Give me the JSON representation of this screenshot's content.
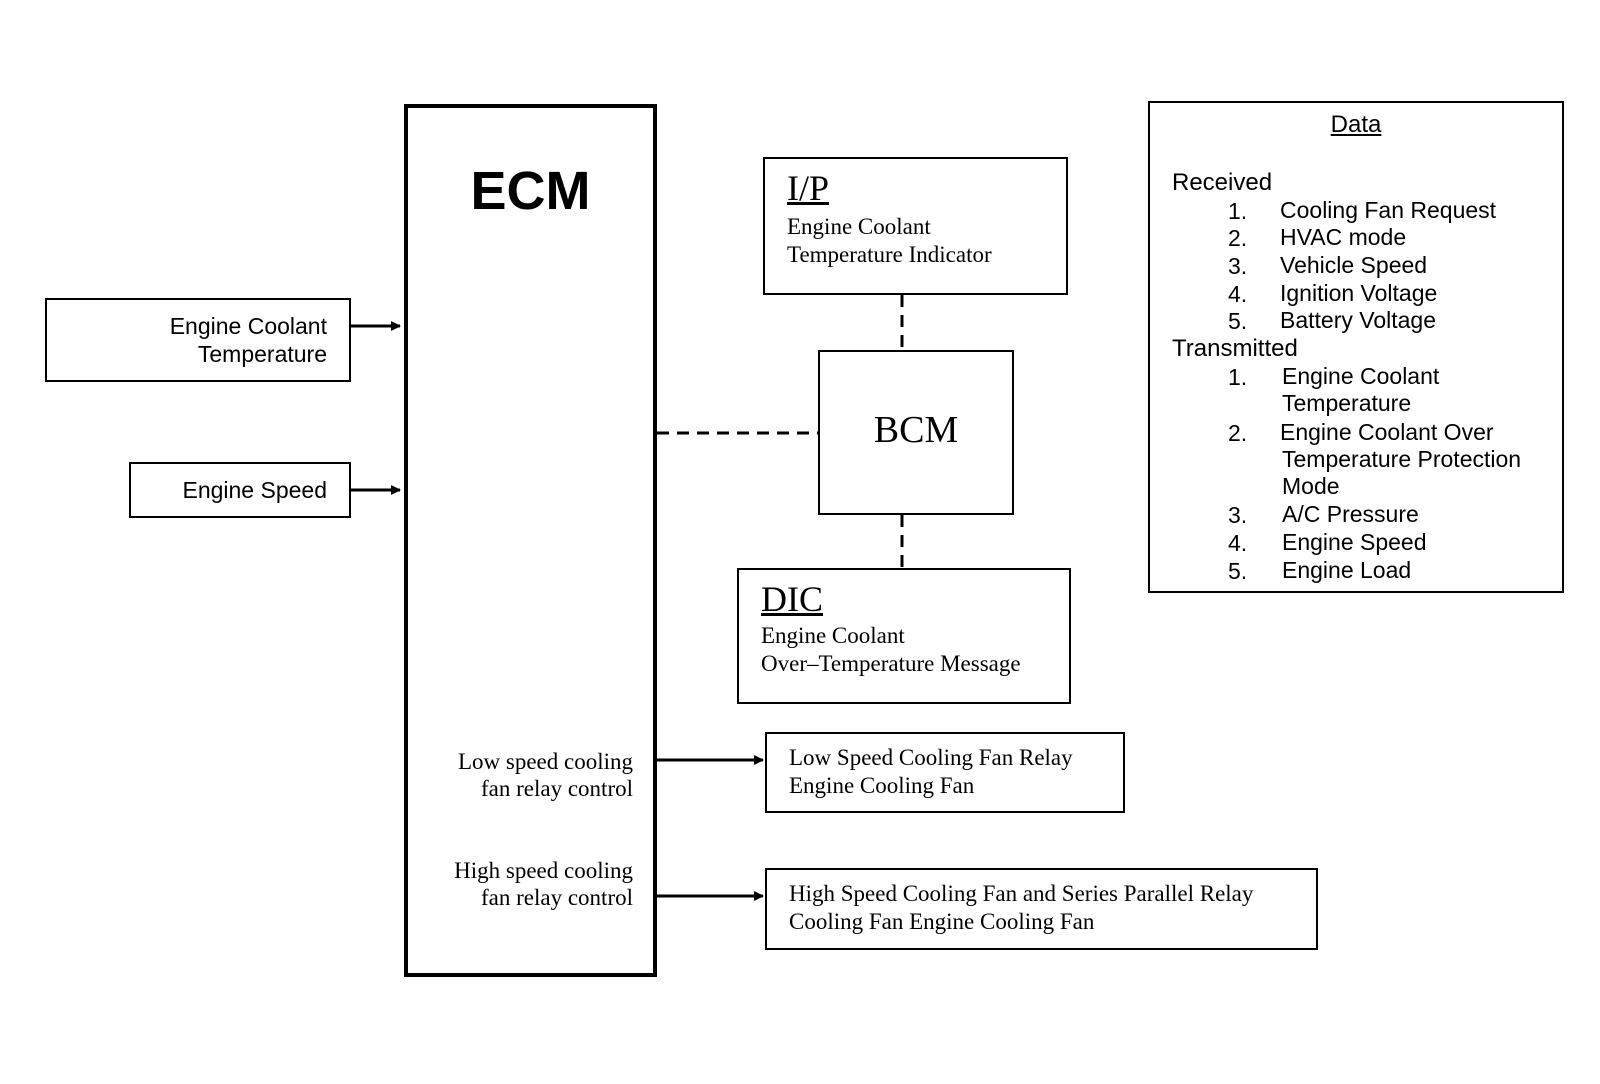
{
  "ecm": {
    "title": "ECM",
    "outputs": [
      {
        "lines": [
          "Low speed cooling",
          "fan relay control"
        ]
      },
      {
        "lines": [
          "High speed cooling",
          "fan relay control"
        ]
      }
    ]
  },
  "inputs": [
    {
      "lines": [
        "Engine Coolant",
        "Temperature"
      ]
    },
    {
      "lines": [
        "Engine Speed"
      ]
    }
  ],
  "ip": {
    "title": "I/P",
    "lines": [
      "Engine Coolant",
      "Temperature Indicator"
    ]
  },
  "bcm": {
    "title": "BCM"
  },
  "dic": {
    "title": "DIC",
    "lines": [
      "Engine Coolant",
      "Over–Temperature Message"
    ]
  },
  "outputs": [
    {
      "lines": [
        "Low Speed Cooling Fan Relay",
        "Engine Cooling Fan"
      ]
    },
    {
      "lines": [
        "High Speed Cooling Fan and Series Parallel Relay",
        "Cooling Fan Engine Cooling Fan"
      ]
    }
  ],
  "data_panel": {
    "title": "Data",
    "received": {
      "heading": "Received",
      "items": [
        {
          "num": "1.",
          "text": [
            "Cooling Fan Request"
          ]
        },
        {
          "num": "2.",
          "text": [
            "HVAC mode"
          ]
        },
        {
          "num": "3.",
          "text": [
            "Vehicle Speed"
          ]
        },
        {
          "num": "4.",
          "text": [
            "Ignition Voltage"
          ]
        },
        {
          "num": "5.",
          "text": [
            "Battery Voltage"
          ]
        }
      ]
    },
    "transmitted": {
      "heading": "Transmitted",
      "items": [
        {
          "num": "1.",
          "text": [
            "Engine Coolant",
            "Temperature"
          ]
        },
        {
          "num": "2.",
          "text": [
            "Engine Coolant Over",
            "Temperature Protection",
            "Mode"
          ]
        },
        {
          "num": "3.",
          "text": [
            "A/C Pressure"
          ]
        },
        {
          "num": "4.",
          "text": [
            "Engine Speed"
          ]
        },
        {
          "num": "5.",
          "text": [
            "Engine Load"
          ]
        }
      ]
    }
  }
}
